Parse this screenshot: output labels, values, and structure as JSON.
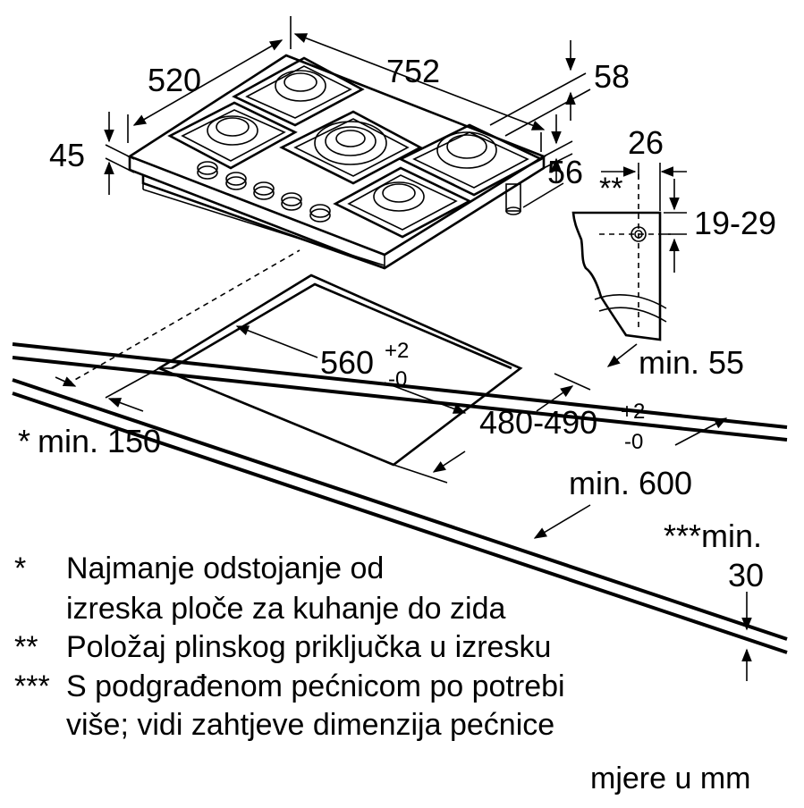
{
  "dimensions": {
    "hob_depth": "520",
    "hob_width": "752",
    "hob_height": "45",
    "edge_right_top": "58",
    "edge_right_bottom": "56",
    "gas_offset": "26",
    "gas_height": "19-29",
    "cutout_width": "560",
    "cutout_width_tol_plus": "+2",
    "cutout_width_tol_minus": "-0",
    "cutout_depth": "480-490",
    "cutout_depth_tol_plus": "+2",
    "cutout_depth_tol_minus": "-0",
    "min_back": "min. 55",
    "min_wall_star": "*",
    "min_wall": "min. 150",
    "min_worktop_depth": "min. 600",
    "min_below_mark": "***min.",
    "min_below_value": "30",
    "gas_marker": "**"
  },
  "notes": [
    {
      "mark": "*",
      "line1": "Najmanje odstojanje od",
      "line2": "izreska ploče za kuhanje do zida"
    },
    {
      "mark": "**",
      "line1": "Položaj plinskog priključka u izresku"
    },
    {
      "mark": "***",
      "line1": "S podgrađenom pećnicom po potrebi",
      "line2": "više; vidi zahtjeve dimenzija pećnice"
    }
  ],
  "units": "mjere u mm"
}
